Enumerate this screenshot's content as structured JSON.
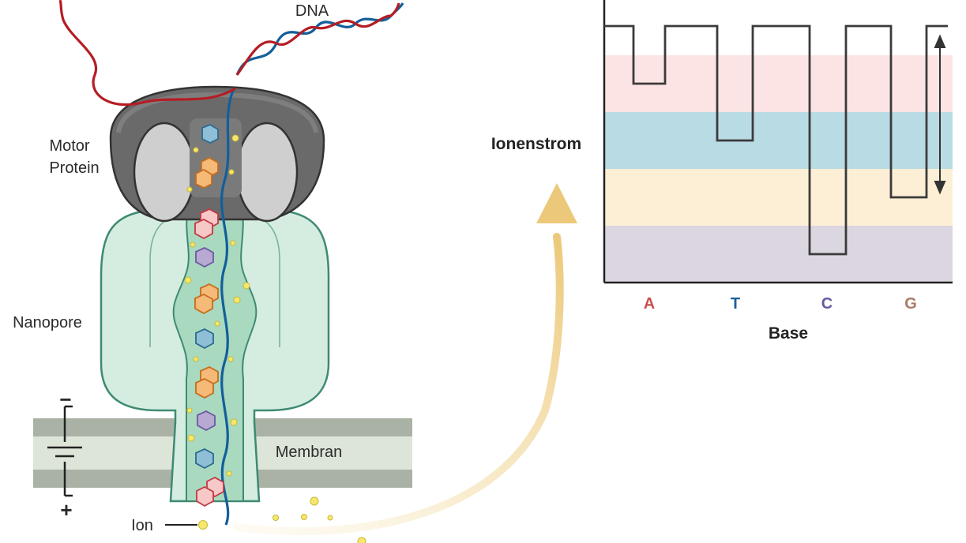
{
  "labels": {
    "dna": "DNA",
    "motor_protein_line1": "Motor",
    "motor_protein_line2": "Protein",
    "nanopore": "Nanopore",
    "membrane": "Membran",
    "ion": "Ion",
    "battery_minus": "−",
    "battery_plus": "+"
  },
  "chart_data": {
    "type": "line",
    "ylabel": "Ionenstrom",
    "xlabel": "Base",
    "categories": [
      "A",
      "T",
      "C",
      "G"
    ],
    "category_colors": [
      "#c8504f",
      "#1f5f99",
      "#6a59a2",
      "#a87c66"
    ],
    "step_depth_levels": [
      1,
      2,
      4,
      3
    ],
    "bands": [
      {
        "base": "A",
        "color": "#fde4e4"
      },
      {
        "base": "T",
        "color": "#b9dbe4"
      },
      {
        "base": "G",
        "color": "#fcefd5"
      },
      {
        "base": "C",
        "color": "#dcd6e0"
      }
    ],
    "double_arrow": true
  },
  "colors": {
    "dna_red": "#b51d24",
    "dna_blue": "#135f9a",
    "motor_dark": "#6a6a6a",
    "motor_light": "#cfcfcf",
    "nanopore_fill": "#d4ede0",
    "nanopore_stroke": "#3e8a72",
    "membrane_dark": "#a9b2a5",
    "membrane_light": "#dde5d8",
    "ion_yellow": "#f5e86b",
    "signal_arrow": "#eccf86"
  }
}
